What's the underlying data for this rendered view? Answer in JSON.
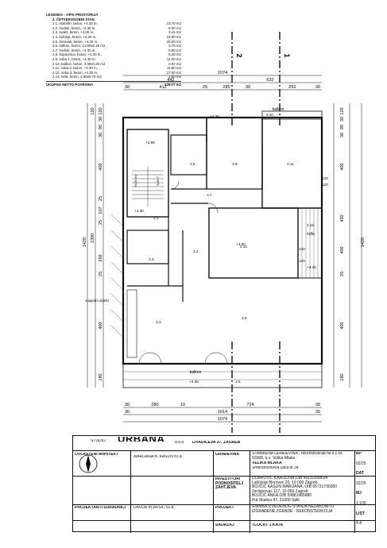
{
  "legend": {
    "title": "LEGENDA - OPIS PROSTORIJA",
    "apartment": "2. ČETVEROSOBNI STAN",
    "rooms": [
      {
        "label": "2.1. stubište, beton, +4.30 m,",
        "area": "13.70 m2"
      },
      {
        "label": "2.2. hodnik, beton, +4.30 m,",
        "area": "9.00 m2"
      },
      {
        "label": "2.3. toalet, beton, +4.30 m,",
        "area": "3.41 m2"
      },
      {
        "label": "2.4. kuhinja, beton, +4.30 m,",
        "area": "13.90 m2"
      },
      {
        "label": "2.5. boravak, beton, +4.30 m,",
        "area": "29.00 m2"
      },
      {
        "label": "2.6. balkon, beton, 14.80x0.25 m2",
        "area": "3.70 m2"
      },
      {
        "label": "2.7. hodnik, beton, +4.30 m,",
        "area": "5.90 m2"
      },
      {
        "label": "2.8. kupaonica, beton, +4.30 m,",
        "area": "5.20 m2"
      },
      {
        "label": "2.9. soba 1, beton, +4.30 m,",
        "area": "11.00 m2"
      },
      {
        "label": "2.10. balkon, beton, 3.30x0.25 m2",
        "area": "0.87 m2"
      },
      {
        "label": "2.11. soba 2, beton, +4.30 m,",
        "area": "11.80 m2"
      },
      {
        "label": "2.12. soba 3, beton, +4.30 m,",
        "area": "17.50 m2"
      },
      {
        "label": "2.13. lođa, beton, 4.80x0.75 m2",
        "area": "3.60 m2"
      }
    ],
    "total_label": "UKUPNO NETTO POVRŠINA",
    "total_value": "128.07 m2"
  },
  "plan": {
    "section_marks": [
      "2",
      "1"
    ],
    "top_dims": {
      "overall": "1074",
      "segments_a": [
        "442",
        "632"
      ],
      "segments_b": [
        "30",
        "412",
        "25",
        "285",
        "30",
        "262",
        "30"
      ]
    },
    "bottom_dims": {
      "overall": "1074",
      "segments_a": [
        "30",
        "1014",
        "30"
      ],
      "segments_b": [
        "30",
        "280",
        "10",
        "724",
        "30"
      ]
    },
    "left_dims": {
      "overall": "1420",
      "segments_a": [
        "120",
        "1300"
      ],
      "segments_b": [
        "120",
        "30",
        "90",
        "30",
        "400",
        "25",
        "107",
        "25",
        "268",
        "25",
        "400",
        "180"
      ]
    },
    "right_dims": {
      "overall": "1420",
      "segments_b": [
        "120",
        "30",
        "90",
        "30",
        "400",
        "450",
        "400",
        "25",
        "400",
        "180"
      ]
    },
    "room_tags": [
      "2.1.",
      "2.2.",
      "2.3.",
      "2.4.",
      "2.5.",
      "2.6.",
      "2.7.",
      "2.8.",
      "2.9.",
      "2.10.",
      "2.11.",
      "2.12.",
      "2.13."
    ],
    "level_marks": [
      "+2.90",
      "+4.30",
      "+4.30",
      "+4.30",
      "+4.30",
      "+4.30"
    ],
    "labels": {
      "balkon_top": "balkon",
      "balkon_bottom": "balkon",
      "lodja": "lođa",
      "neighbour": "susjedni objekt",
      "stair_a": "6x28 cm",
      "stair_b": "9x16.7"
    },
    "openings": [
      "120",
      "120",
      "120",
      "120"
    ]
  },
  "title_block": {
    "studio_label": "STUDIO",
    "studio_name": "URBANA",
    "studio_suffix": "d.o.o.",
    "studio_address": "LIVADIĆEVA 27, ZAGREB",
    "author_label": "OVLAŠTENI ARHITEKT",
    "author_value": "MARIJANA B. KASUN d.i.a.",
    "building_label": "GRAĐEVINA",
    "building_value": "STAMBENA GRAĐEVINA - rekonstrukcija na k.č.br. 10368, k.o. Velika Mlaka",
    "building_city": "VELIKA MLAKA",
    "building_street": "Smendrovićeva ulica br.34",
    "investor_label": "INVESTITOR/ PODNOSITELJ ZAHTJEVA",
    "investor_lines": [
      "DOBROVIĆ KAROLINA,OIB 49192558604",
      "Laščinski Borovec 20, 10 000 Zagreb",
      "BOJČIĆ KASUN MARIJANA, OIB 65721730380",
      "Jordanovac 117, 10 000 Zagreb",
      "BOJČIĆ ANKA,OIB 59881985880",
      "Put Skalica 47, 21000 Split"
    ],
    "designer_label": "PROJEKTANTI SURADNICI",
    "designer_value": "DAVOR PLAVŠIĆ d.i.a.",
    "project_label": "PROJEKT",
    "project_value": "SNIMKA IZVEDENOG STANJA NEZAKONITO IZGRAĐENE ZGRADE - REKONSTRUKCIJA",
    "content_label": "SADRŽAJ",
    "content_value": "TLOCRT 1.KATA",
    "side": [
      "BP",
      "02/25",
      "DAT",
      "02/25",
      "MJ",
      "1:100",
      "LIST",
      "4.4."
    ]
  }
}
